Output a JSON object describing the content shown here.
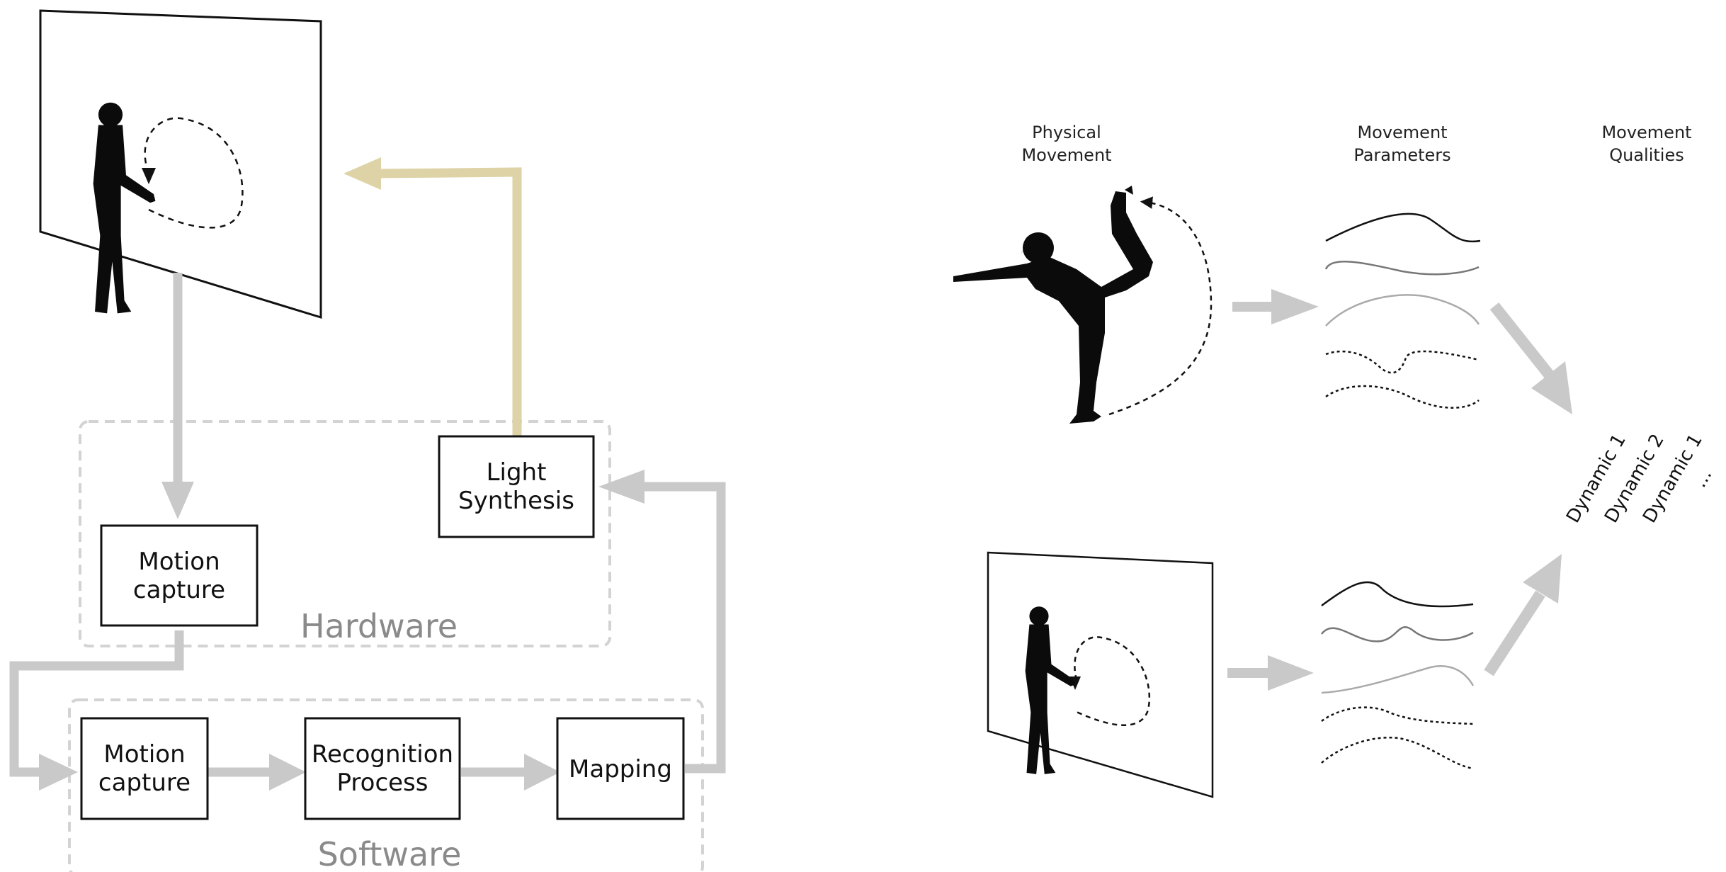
{
  "colors": {
    "flow_arrow": "#c9c9c9",
    "feedback_arrow": "#ddd3a6",
    "group_border": "#d3d3d3",
    "group_label": "#8a8a8a",
    "box_border": "#111111",
    "silhouette": "#0b0b0b"
  },
  "left_diagram": {
    "hardware_group": {
      "label": "Hardware",
      "boxes": {
        "motion_capture": [
          "Motion",
          "capture"
        ],
        "light_synthesis": [
          "Light",
          "Synthesis"
        ]
      }
    },
    "software_group": {
      "label": "Software",
      "boxes": {
        "motion_capture": [
          "Motion",
          "capture"
        ],
        "recognition_process": [
          "Recognition",
          "Process"
        ],
        "mapping": [
          "Mapping"
        ]
      }
    }
  },
  "right_diagram": {
    "headers": {
      "physical_movement": [
        "Physical",
        "Movement"
      ],
      "movement_parameters": [
        "Movement",
        "Parameters"
      ],
      "movement_qualities": [
        "Movement",
        "Qualities"
      ]
    },
    "qualities": [
      "Dynamic 1",
      "Dynamic 2",
      "Dynamic 1",
      "..."
    ]
  }
}
